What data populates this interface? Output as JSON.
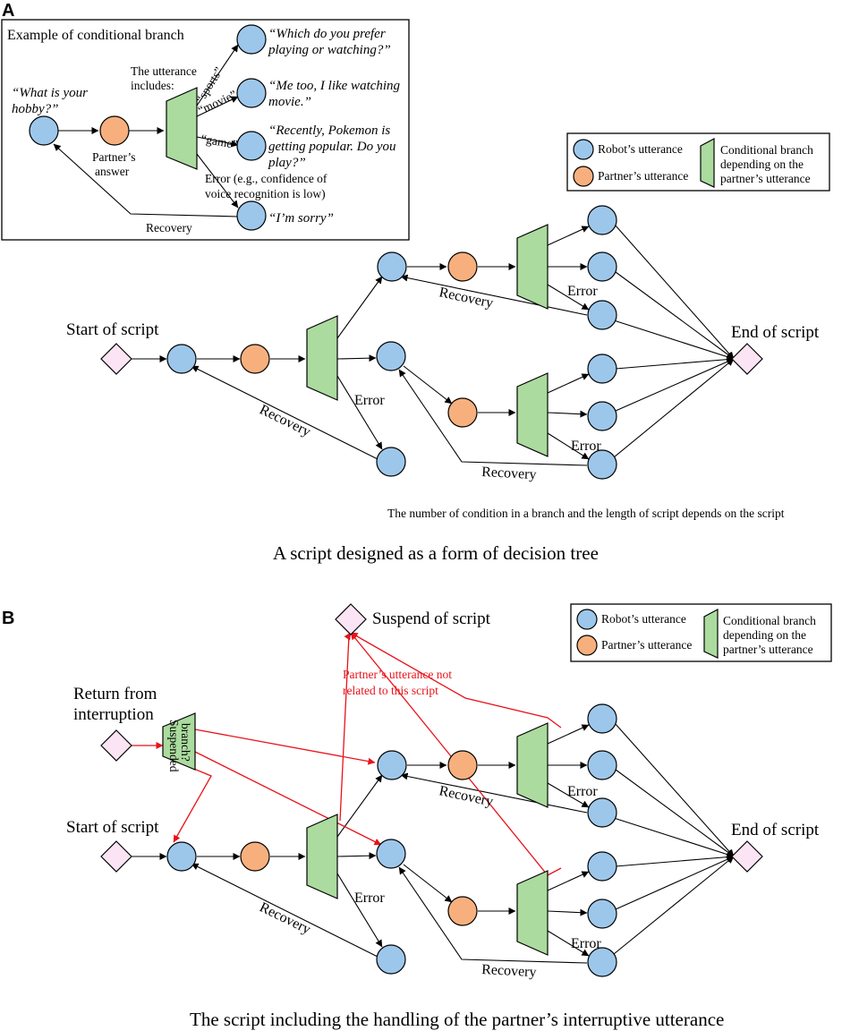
{
  "panel_a": {
    "letter": "A",
    "example": {
      "title": "Example of conditional branch",
      "q_hobby_line1": "“What is your",
      "q_hobby_line2": "hobby?”",
      "partner_answer_line1": "Partner’s",
      "partner_answer_line2": "answer",
      "includes_line1": "The utterance",
      "includes_line2": "includes:",
      "cond_sports": "“sports”",
      "cond_movie": "“movie”",
      "cond_game": "“game”",
      "error_line1": "Error (e.g., confidence of",
      "error_line2": "voice recognition is low)",
      "resp1_line1": "“Which do you prefer",
      "resp1_line2": "playing or watching?”",
      "resp2_line1": "“Me too, I like watching",
      "resp2_line2": "movie.”",
      "resp3_line1": "“Recently, Pokemon is",
      "resp3_line2": "getting popular. Do you",
      "resp3_line3": "play?”",
      "resp4": "“I’m sorry”",
      "recovery": "Recovery"
    },
    "legend": {
      "robot": "Robot’s utterance",
      "partner": "Partner’s utterance",
      "branch_line1": "Conditional branch",
      "branch_line2": "depending on the",
      "branch_line3": "partner’s utterance"
    },
    "start": "Start of script",
    "end": "End of script",
    "error": "Error",
    "recovery": "Recovery",
    "note": "The number of condition in a branch and the length of script depends on the script",
    "caption": "A script designed as a form of decision tree"
  },
  "panel_b": {
    "letter": "B",
    "suspend": "Suspend of script",
    "return_line1": "Return from",
    "return_line2": "interruption",
    "suspended_line1": "Suspended",
    "suspended_line2": "branch?",
    "not_related_line1": "Partner’s utterance not",
    "not_related_line2": "related to this script",
    "legend": {
      "robot": "Robot’s utterance",
      "partner": "Partner’s utterance",
      "branch_line1": "Conditional branch",
      "branch_line2": "depending on the",
      "branch_line3": "partner’s utterance"
    },
    "start": "Start of script",
    "end": "End of script",
    "error": "Error",
    "recovery": "Recovery",
    "caption": "The script including the handling of the partner’s interruptive utterance"
  },
  "colors": {
    "robot": "#9dc7ea",
    "partner": "#f7b07d",
    "branch": "#abdb9e",
    "terminal": "#fbe4f4",
    "interrupt": "#e8121a"
  }
}
